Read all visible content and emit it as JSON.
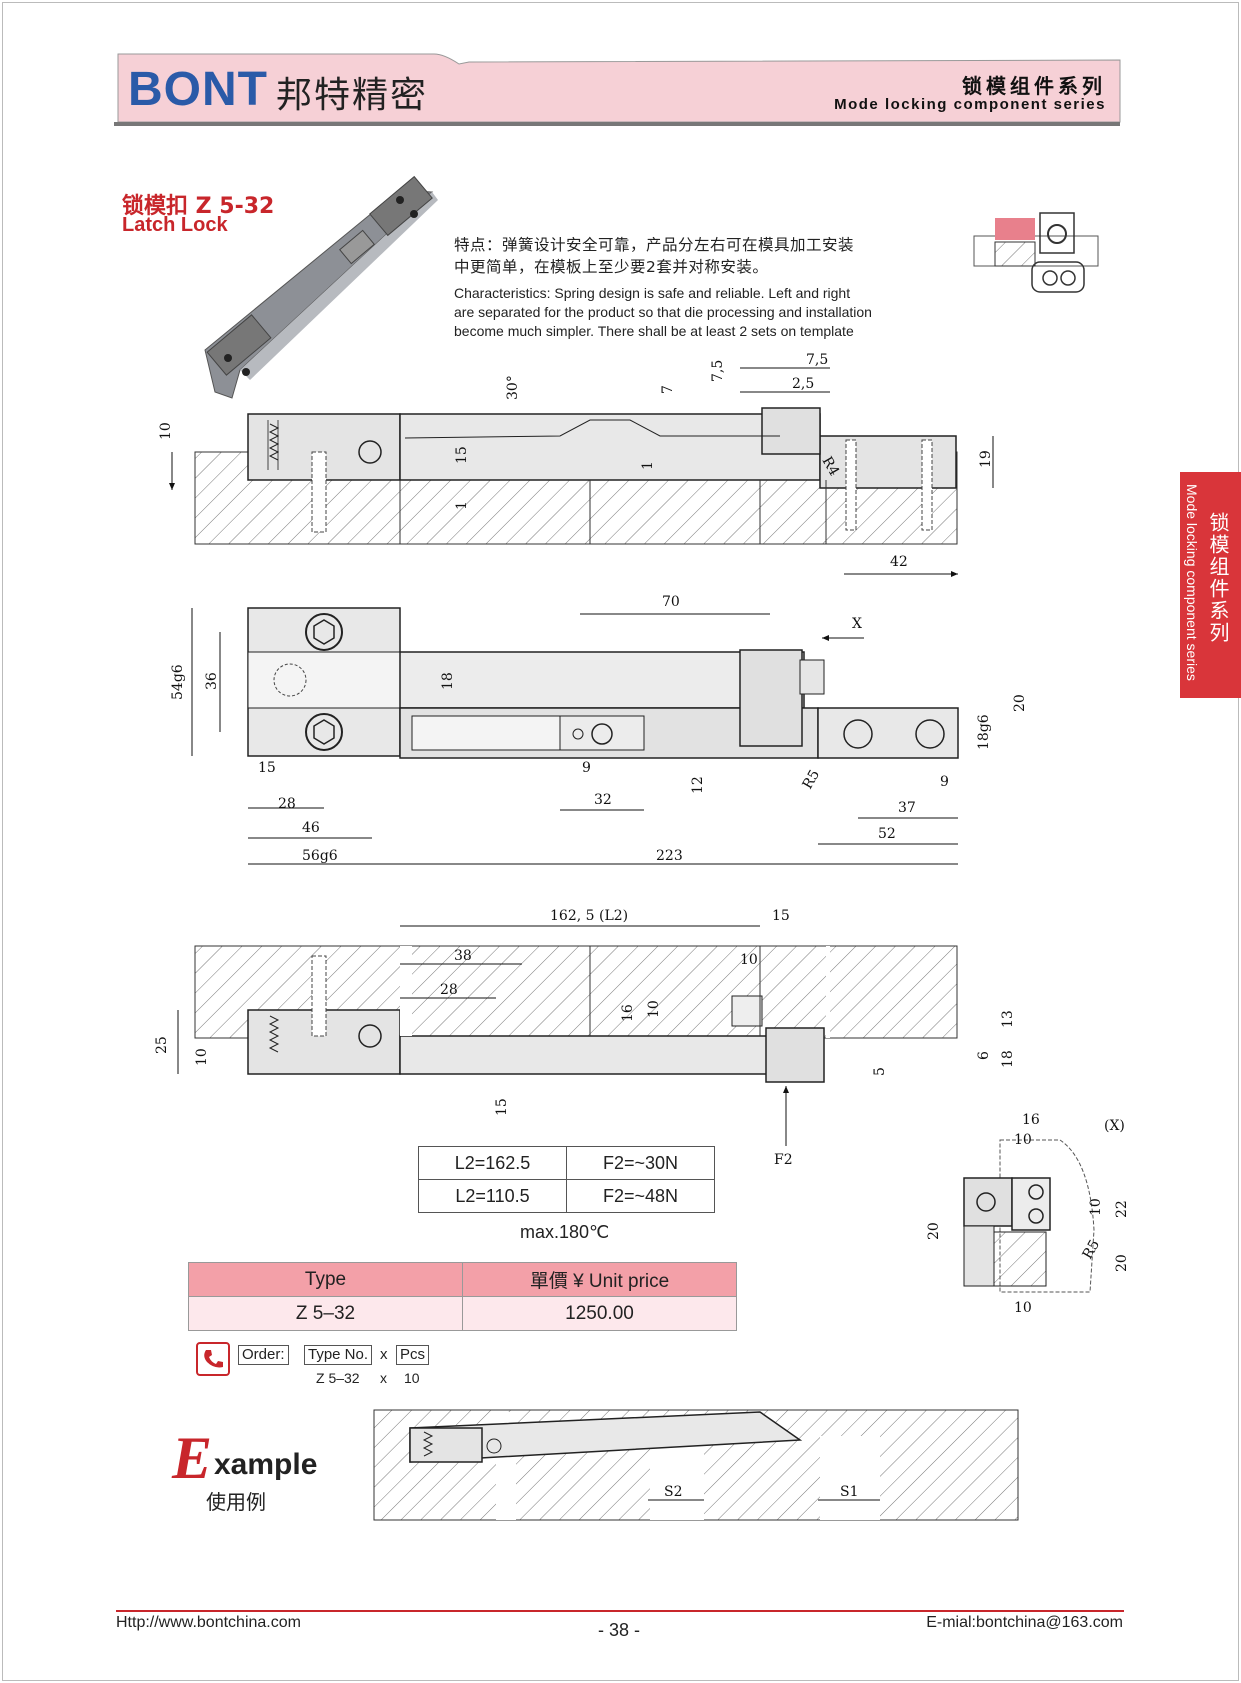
{
  "header": {
    "logo": "BONT",
    "brand_cn": "邦特精密",
    "series_cn": "锁模组件系列",
    "series_en": "Mode locking component series"
  },
  "side_tab": {
    "cn": "锁模组件系列",
    "en": "Mode locking component series"
  },
  "product": {
    "title_cn": "锁模扣  Z 5-32",
    "title_en": "Latch Lock",
    "features_cn_line1": "特点：弹簧设计安全可靠，产品分左右可在模具加工安装",
    "features_cn_line2": "中更简单，在模板上至少要2套并对称安装。",
    "features_en_line1": "Characteristics: Spring design is safe and reliable. Left and right",
    "features_en_line2": "are separated for the product so that die processing and installation",
    "features_en_line3": "become much simpler. There shall be at least 2 sets on template"
  },
  "dims_top": {
    "d30": "30°",
    "d7a": "7",
    "d75a": "7,5",
    "d75b": "7,5",
    "d25": "2,5",
    "d10": "10",
    "d15": "15",
    "d1a": "1",
    "d1b": "1",
    "dR4": "R4",
    "d19": "19",
    "d42": "42"
  },
  "dims_mid": {
    "d70": "70",
    "dX": "X",
    "d54": "54g6",
    "d36": "36",
    "d18": "18",
    "d20": "20",
    "d18g6": "18g6",
    "d15": "15",
    "d9a": "9",
    "d12": "12",
    "dR5": "R5",
    "d9b": "9",
    "d28": "28",
    "d32": "32",
    "d37": "37",
    "d46": "46",
    "d52": "52",
    "d56": "56g6",
    "d223": "223"
  },
  "dims_bot": {
    "dL2": "162, 5  (L2)",
    "d15a": "15",
    "d38": "38",
    "d10a": "10",
    "d28": "28",
    "d16": "16",
    "d10b": "10",
    "d13": "13",
    "d25": "25",
    "d10c": "10",
    "d6": "6",
    "d5": "5",
    "d18": "18",
    "d15b": "15",
    "dF2": "F2"
  },
  "dims_x": {
    "label": "(X)",
    "d16": "16",
    "d10a": "10",
    "d10b": "10",
    "d22": "22",
    "d20a": "20",
    "dR5": "R5",
    "d20b": "20",
    "d10c": "10"
  },
  "spec_table": [
    [
      "L2=162.5",
      "F2=~30N"
    ],
    [
      "L2=110.5",
      "F2=~48N"
    ]
  ],
  "max_temp": "max.180℃",
  "price_table": {
    "headers": [
      "Type",
      "單價 ¥ Unit price"
    ],
    "rows": [
      [
        "Z 5–32",
        "1250.00"
      ]
    ]
  },
  "order": {
    "order_label": "Order:",
    "type_label": "Type No.",
    "x1": "x",
    "pcs_label": "Pcs",
    "type_val": "Z 5–32",
    "x2": "x",
    "pcs_val": "10"
  },
  "example": {
    "big": "E",
    "rest": "xample",
    "cn": "使用例",
    "s1": "S1",
    "s2": "S2"
  },
  "footer": {
    "website": "Http://www.bontchina.com",
    "page": "- 38 -",
    "email": "E-mial:bontchina@163.com"
  },
  "colors": {
    "accent": "#c8262b",
    "banner_pink": "#f6d0d6",
    "logo_blue": "#2a5aa8",
    "table_header": "#f3a0a8"
  }
}
